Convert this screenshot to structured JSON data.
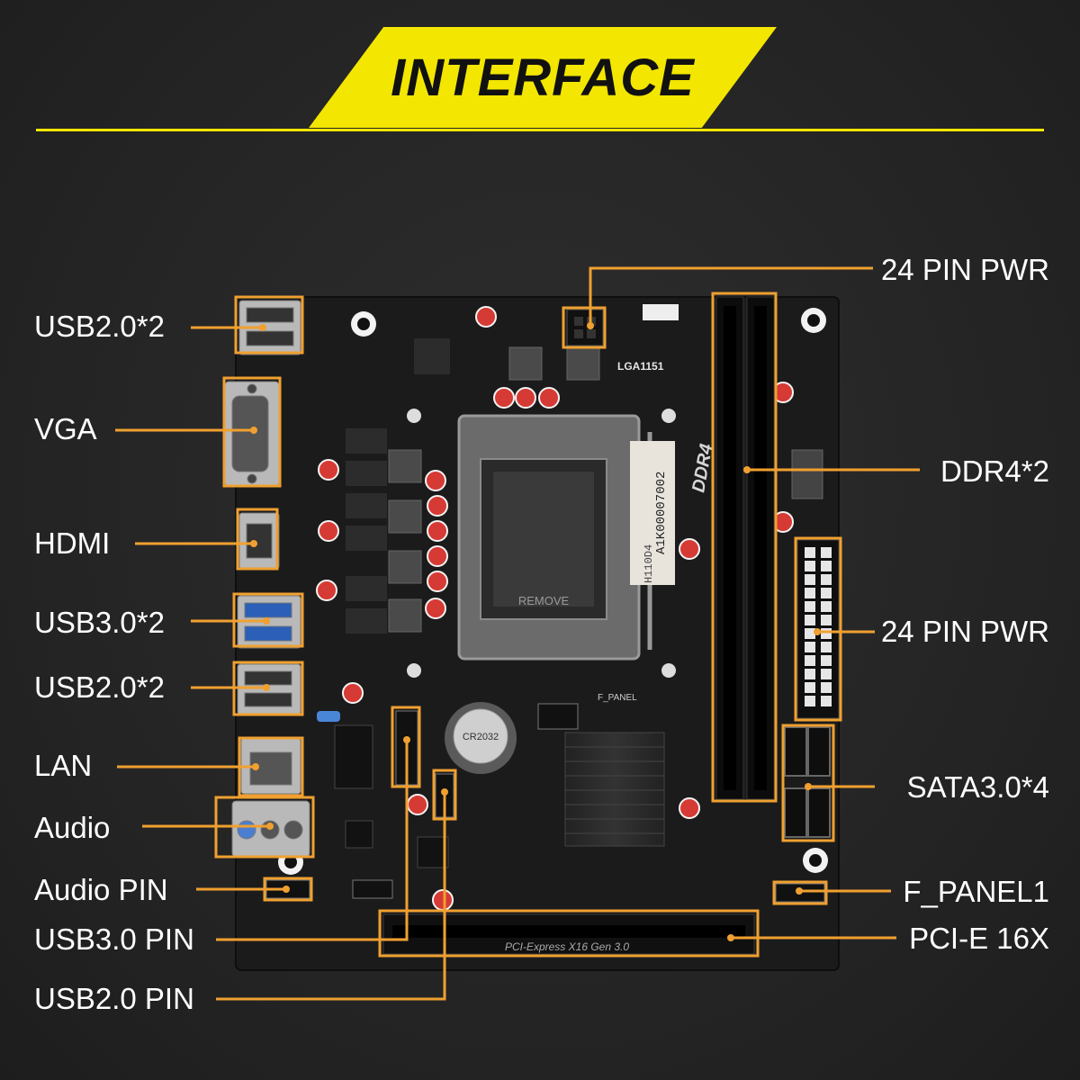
{
  "header": {
    "title": "INTERFACE"
  },
  "board": {
    "socket_label": "LGA1151",
    "ram_label": "DDR4",
    "pcie_silkscreen": "PCI-Express X16 Gen 3.0",
    "cmos_battery_label": "CR2032",
    "socket_cover_text": "REMOVE",
    "chip_marking": "H110D4",
    "serial_marking": "A1K00007002",
    "f_panel_silkscreen": "F_PANEL",
    "colors": {
      "board": "#1a1a1a",
      "callout": "#f0a030",
      "banner": "#f3e600",
      "capacitor": "#d63a34"
    }
  },
  "callouts": {
    "left": [
      {
        "label": "USB2.0*2"
      },
      {
        "label": "VGA"
      },
      {
        "label": "HDMI"
      },
      {
        "label": "USB3.0*2"
      },
      {
        "label": "USB2.0*2"
      },
      {
        "label": "LAN"
      },
      {
        "label": "Audio"
      },
      {
        "label": "Audio PIN"
      },
      {
        "label": "USB3.0 PIN"
      },
      {
        "label": "USB2.0 PIN"
      }
    ],
    "right": [
      {
        "label": "24 PIN PWR"
      },
      {
        "label": "DDR4*2"
      },
      {
        "label": "24 PIN PWR"
      },
      {
        "label": "SATA3.0*4"
      },
      {
        "label": "F_PANEL1"
      },
      {
        "label": "PCI-E 16X"
      }
    ]
  }
}
